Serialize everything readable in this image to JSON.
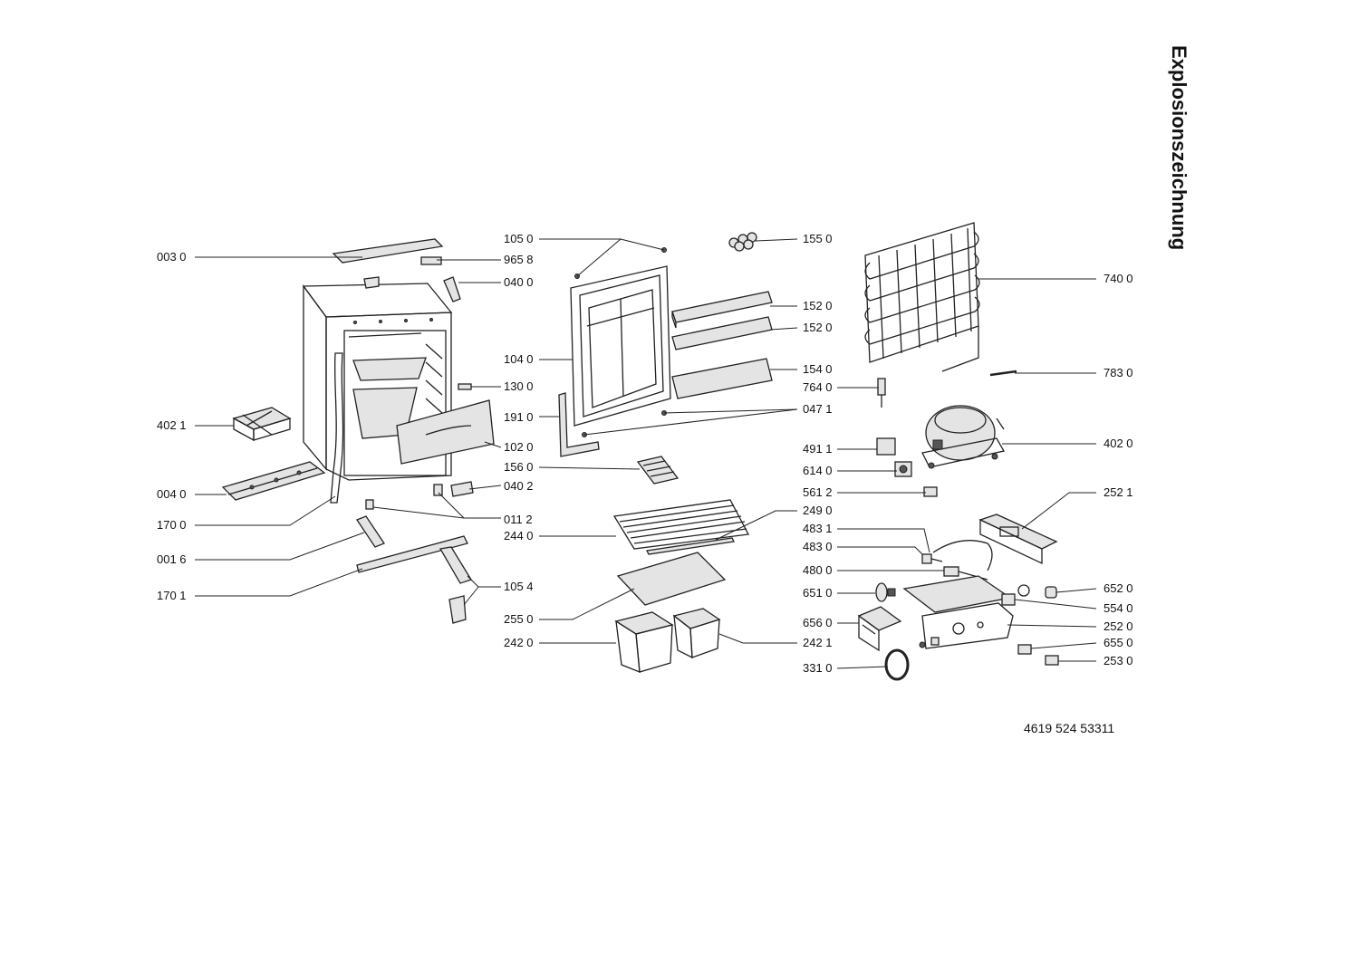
{
  "title": "Explosionszeichnung",
  "document_number": "4619 524 53311",
  "labels": {
    "p003_0": "003 0",
    "p402_1": "402 1",
    "p004_0": "004 0",
    "p170_0": "170 0",
    "p001_6": "001 6",
    "p170_1": "170 1",
    "p105_0": "105 0",
    "p965_8": "965 8",
    "p040_0": "040 0",
    "p104_0": "104 0",
    "p130_0": "130 0",
    "p191_0": "191 0",
    "p102_0": "102 0",
    "p156_0": "156 0",
    "p040_2": "040 2",
    "p011_2": "011 2",
    "p249_0": "249 0",
    "p244_0": "244 0",
    "p105_4": "105 4",
    "p255_0": "255 0",
    "p242_0": "242 0",
    "p155_0": "155 0",
    "p152_0a": "152 0",
    "p152_0b": "152 0",
    "p154_0": "154 0",
    "p764_0": "764 0",
    "p047_1": "047 1",
    "p491_1": "491 1",
    "p614_0": "614 0",
    "p561_2": "561 2",
    "p483_1": "483 1",
    "p483_0": "483 0",
    "p480_0": "480 0",
    "p651_0": "651 0",
    "p656_0": "656 0",
    "p242_1": "242 1",
    "p331_0": "331 0",
    "p740_0": "740 0",
    "p783_0": "783 0",
    "p402_0": "402 0",
    "p252_1": "252 1",
    "p652_0": "652 0",
    "p554_0": "554 0",
    "p252_0": "252 0",
    "p655_0": "655 0",
    "p253_0": "253 0"
  }
}
